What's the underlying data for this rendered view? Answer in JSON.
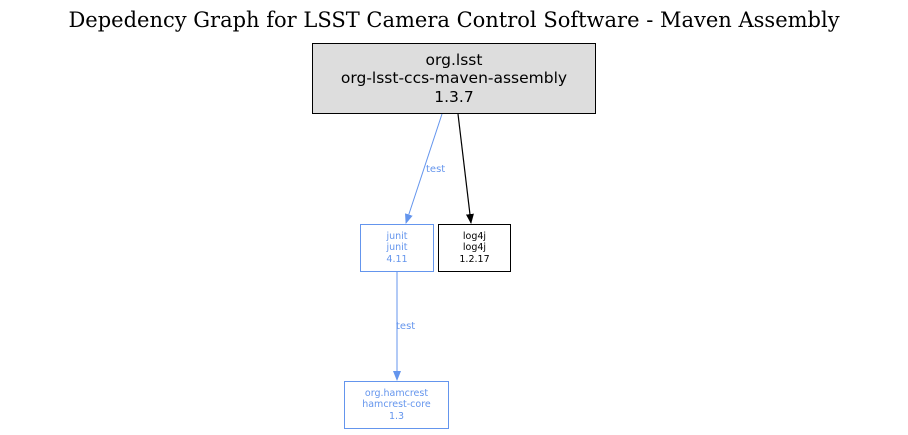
{
  "title": "Depedency Graph for LSST Camera Control Software - Maven Assembly",
  "colors": {
    "test_scope": "#6495ed",
    "compile_scope": "#000000",
    "root_fill": "#dddddd"
  },
  "nodes": {
    "root": {
      "group": "org.lsst",
      "artifact": "org-lsst-ccs-maven-assembly",
      "version": "1.3.7"
    },
    "junit": {
      "group": "junit",
      "artifact": "junit",
      "version": "4.11"
    },
    "log4j": {
      "group": "log4j",
      "artifact": "log4j",
      "version": "1.2.17"
    },
    "hamcrest": {
      "group": "org.hamcrest",
      "artifact": "hamcrest-core",
      "version": "1.3"
    }
  },
  "edges": [
    {
      "from": "root",
      "to": "junit",
      "label": "test"
    },
    {
      "from": "root",
      "to": "log4j",
      "label": ""
    },
    {
      "from": "junit",
      "to": "hamcrest",
      "label": "test"
    }
  ]
}
